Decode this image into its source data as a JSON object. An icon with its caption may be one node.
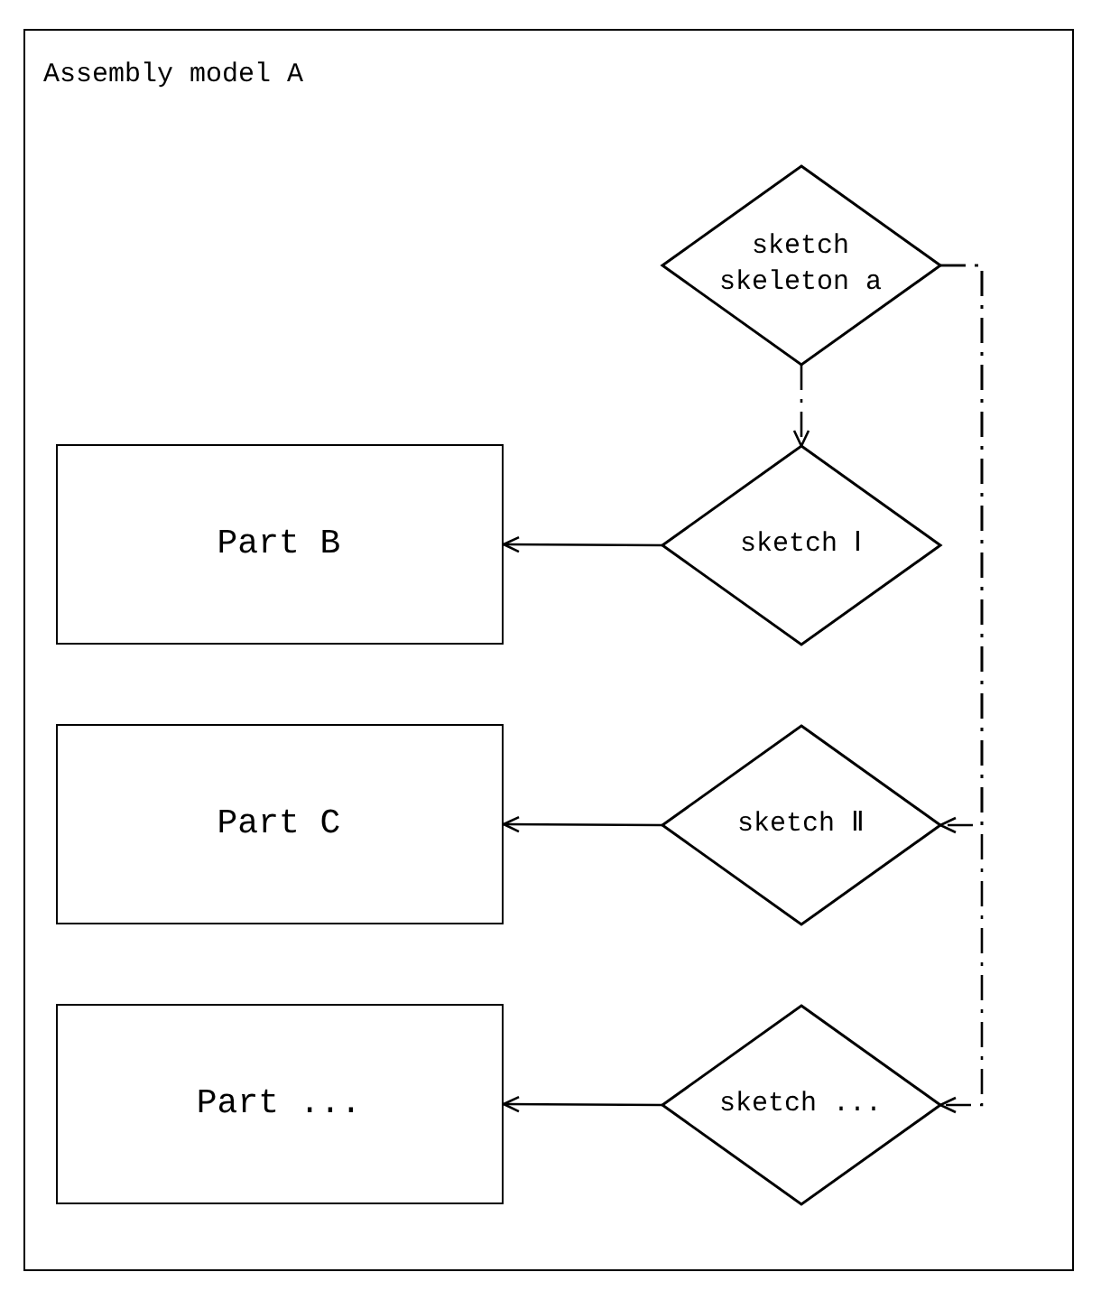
{
  "diagram": {
    "nodes": [
      {
        "text": [
          "Assembly model A"
        ]
      },
      {
        "text": [
          "sketch skeleton a"
        ],
        "in": 0
      },
      {
        "text": [
          "Part B"
        ],
        "in": 0
      },
      {
        "text": [
          "sketch Ⅰ"
        ],
        "in": 0
      },
      {
        "text": [
          "Part C"
        ],
        "in": 0
      },
      {
        "text": [
          "sketch Ⅱ"
        ],
        "in": 0
      },
      {
        "text": [
          "Part ..."
        ],
        "in": 0
      },
      {
        "text": [
          "sketch ..."
        ],
        "in": 0
      }
    ],
    "edges": [
      {
        "from": 1,
        "to": 3,
        "arrow": "to",
        "style": "dashed"
      },
      {
        "from": 3,
        "to": 2,
        "arrow": "to"
      },
      {
        "from": 1,
        "to": 5,
        "arrow": "to",
        "style": "dashed"
      },
      {
        "from": 5,
        "to": 4,
        "arrow": "to"
      },
      {
        "from": 1,
        "to": 7,
        "arrow": "to",
        "style": "dashed"
      },
      {
        "from": 7,
        "to": 6,
        "arrow": "to"
      }
    ]
  }
}
